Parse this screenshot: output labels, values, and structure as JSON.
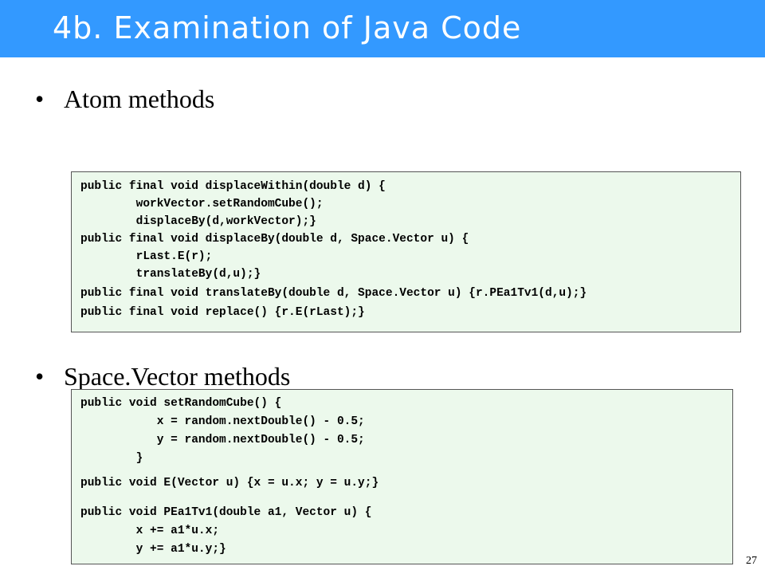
{
  "slide": {
    "title": "4b. Examination of Java Code",
    "bullets": [
      "Atom methods",
      "Space.Vector methods"
    ],
    "bullet_symbol": "•",
    "page_number": "27"
  },
  "code_blocks": [
    {
      "lines": [
        "public final void displaceWithin(double d) {",
        "        workVector.setRandomCube();",
        "        displaceBy(d,workVector);}",
        "public final void displaceBy(double d, Space.Vector u) {",
        "        rLast.E(r);",
        "        translateBy(d,u);}",
        "public final void translateBy(double d, Space.Vector u) {r.PEa1Tv1(d,u);}",
        "public final void replace() {r.E(rLast);}"
      ]
    },
    {
      "lines": [
        "public void setRandomCube() {",
        "           x = random.nextDouble() - 0.5;",
        "           y = random.nextDouble() - 0.5;",
        "        }",
        "public void E(Vector u) {x = u.x; y = u.y;}",
        "public void PEa1Tv1(double a1, Vector u) {",
        "        x += a1*u.x;",
        "        y += a1*u.y;}"
      ]
    }
  ],
  "colors": {
    "title_bar": "#3399ff",
    "title_text": "#ffffff",
    "code_background": "#ecf9ec"
  }
}
